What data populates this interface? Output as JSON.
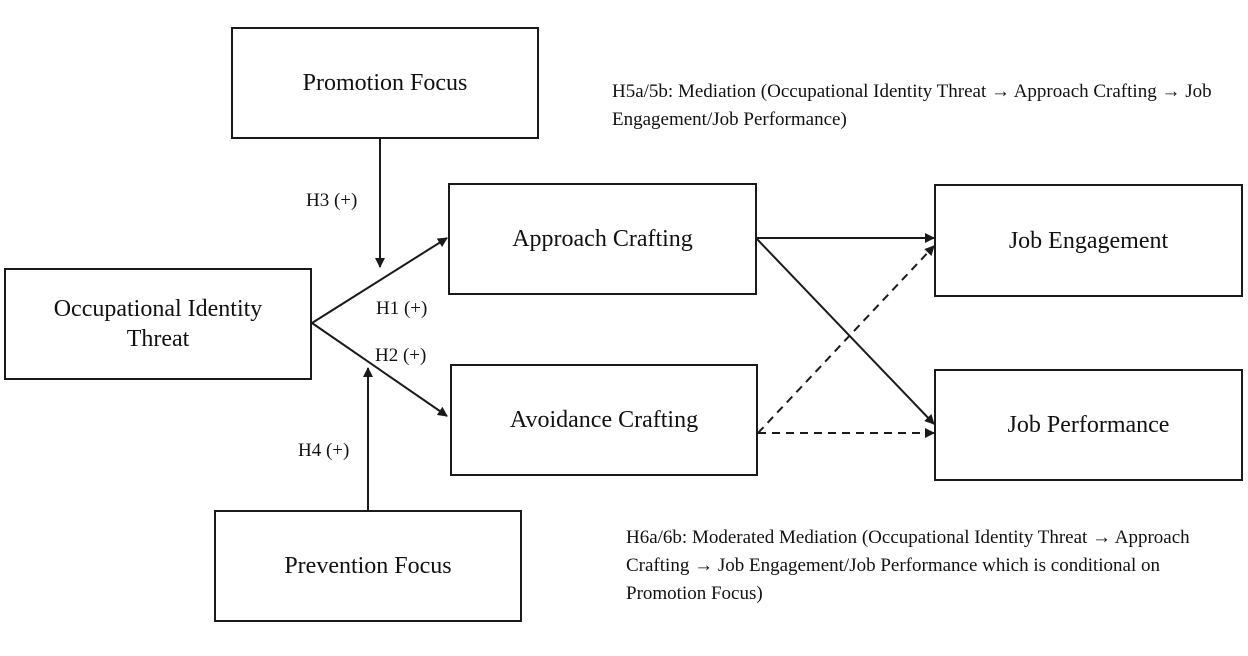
{
  "nodes": {
    "promotion_focus": "Promotion Focus",
    "prevention_focus": "Prevention Focus",
    "occupational_identity_threat": "Occupational Identity Threat",
    "approach_crafting": "Approach Crafting",
    "avoidance_crafting": "Avoidance Crafting",
    "job_engagement": "Job Engagement",
    "job_performance": "Job Performance"
  },
  "edge_labels": {
    "h1": "H1 (+)",
    "h2": "H2 (+)",
    "h3": "H3 (+)",
    "h4": "H4 (+)"
  },
  "notes": {
    "h5": "H5a/5b: Mediation (Occupational Identity Threat → Approach Crafting → Job Engagement/Job Performance)",
    "h6": "H6a/6b: Moderated Mediation (Occupational Identity Threat → Approach Crafting → Job Engagement/Job Performance which is conditional on Promotion Focus)"
  },
  "colors": {
    "line": "#1a1a1a"
  }
}
